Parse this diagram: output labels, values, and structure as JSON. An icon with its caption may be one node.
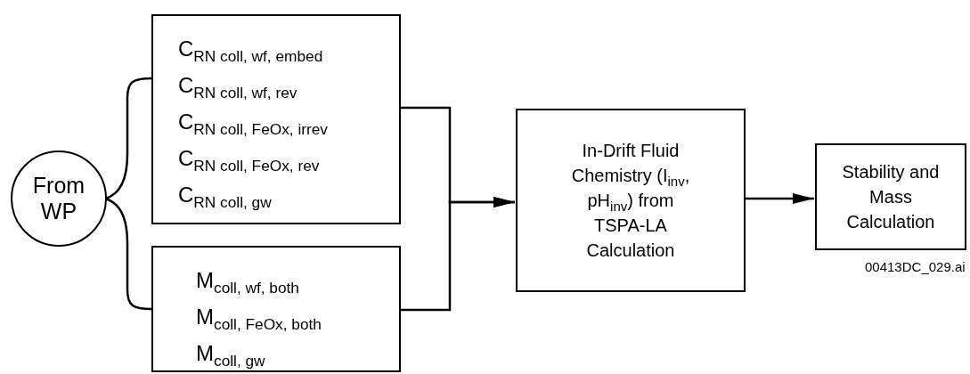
{
  "diagram": {
    "nodes": [
      {
        "text": [
          "From WP"
        ]
      },
      {
        "text": [
          "C$_{RN coll, wf, embed}$",
          "C$_{RN coll, wf, rev}$",
          "C$_{RN coll, FeOx, irrev}$",
          "C$_{RN coll, FeOx, rev}$",
          "C$_{RN coll, gw}$"
        ]
      },
      {
        "text": [
          "M$_{coll, wf, both}$",
          "M$_{coll, FeOx, both}$",
          "M$_{coll, gw}$"
        ]
      },
      {
        "text": [
          "In-Drift Fluid Chemistry (I$_{inv}$, pH$_{inv}$) from TSPA-LA Calculation"
        ]
      },
      {
        "text": [
          "Stability and Mass Calculation"
        ]
      }
    ],
    "edges": [
      {
        "from": 0,
        "to": 1,
        "arrow": "none"
      },
      {
        "from": 0,
        "to": 2,
        "arrow": "none"
      },
      {
        "from": 1,
        "to": 3,
        "arrow": "to"
      },
      {
        "from": 2,
        "to": 3,
        "arrow": "to"
      },
      {
        "from": 3,
        "to": 4,
        "arrow": "to"
      }
    ],
    "labels": [
      "00413DC_029.ai"
    ]
  }
}
